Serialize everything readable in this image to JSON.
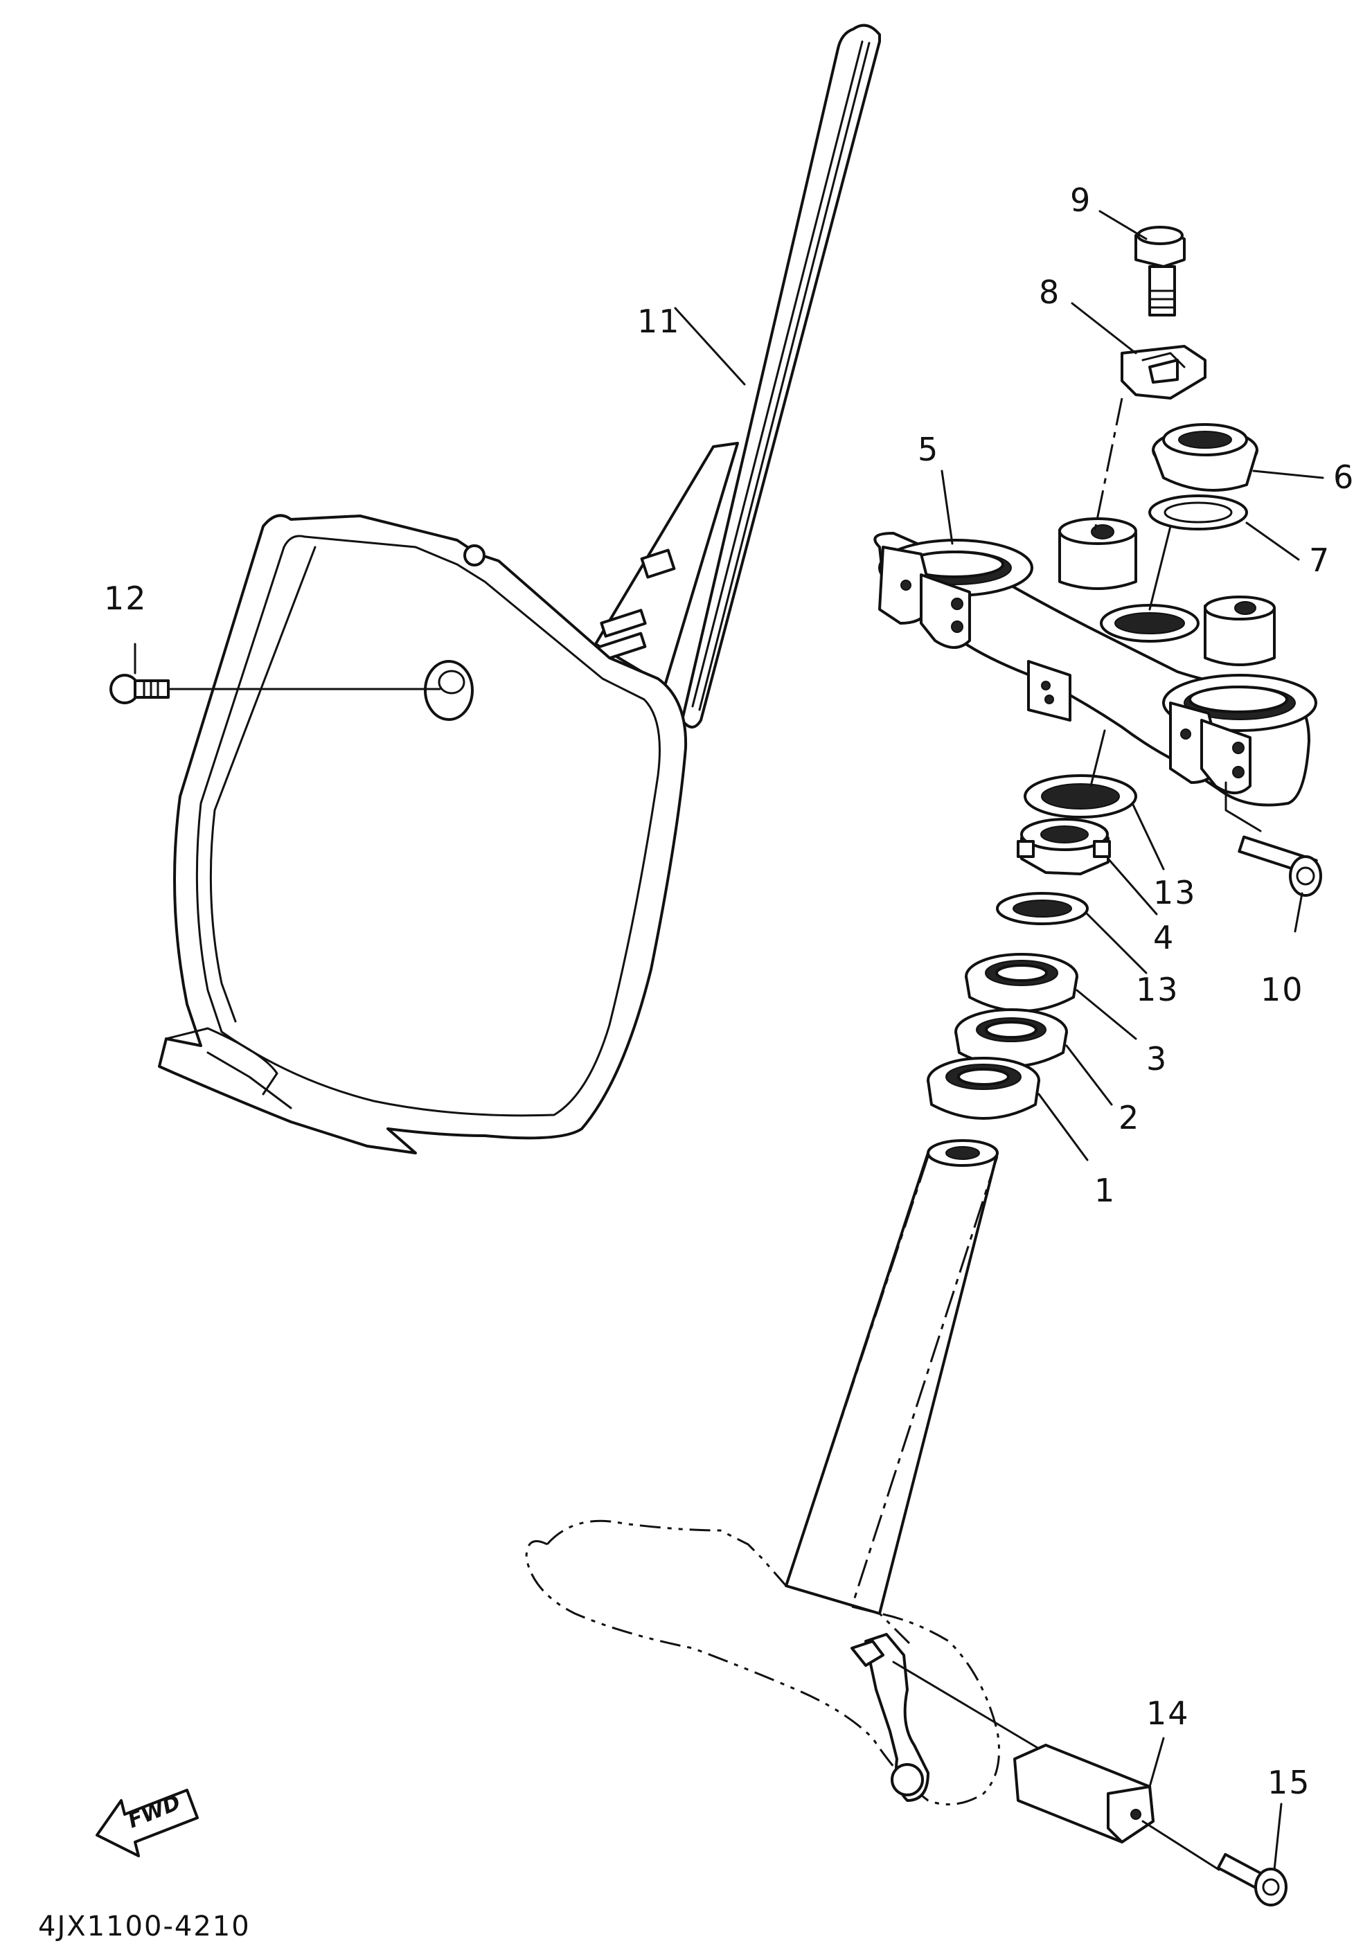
{
  "diagram_code": "4JX1100-4210",
  "fwd_label": "FWD",
  "callouts": {
    "c1": "1",
    "c2": "2",
    "c3": "3",
    "c4": "4",
    "c5": "5",
    "c6": "6",
    "c7": "7",
    "c8": "8",
    "c9": "9",
    "c10": "10",
    "c11": "11",
    "c12": "12",
    "c13a": "13",
    "c13b": "13",
    "c14": "14",
    "c15": "15"
  }
}
